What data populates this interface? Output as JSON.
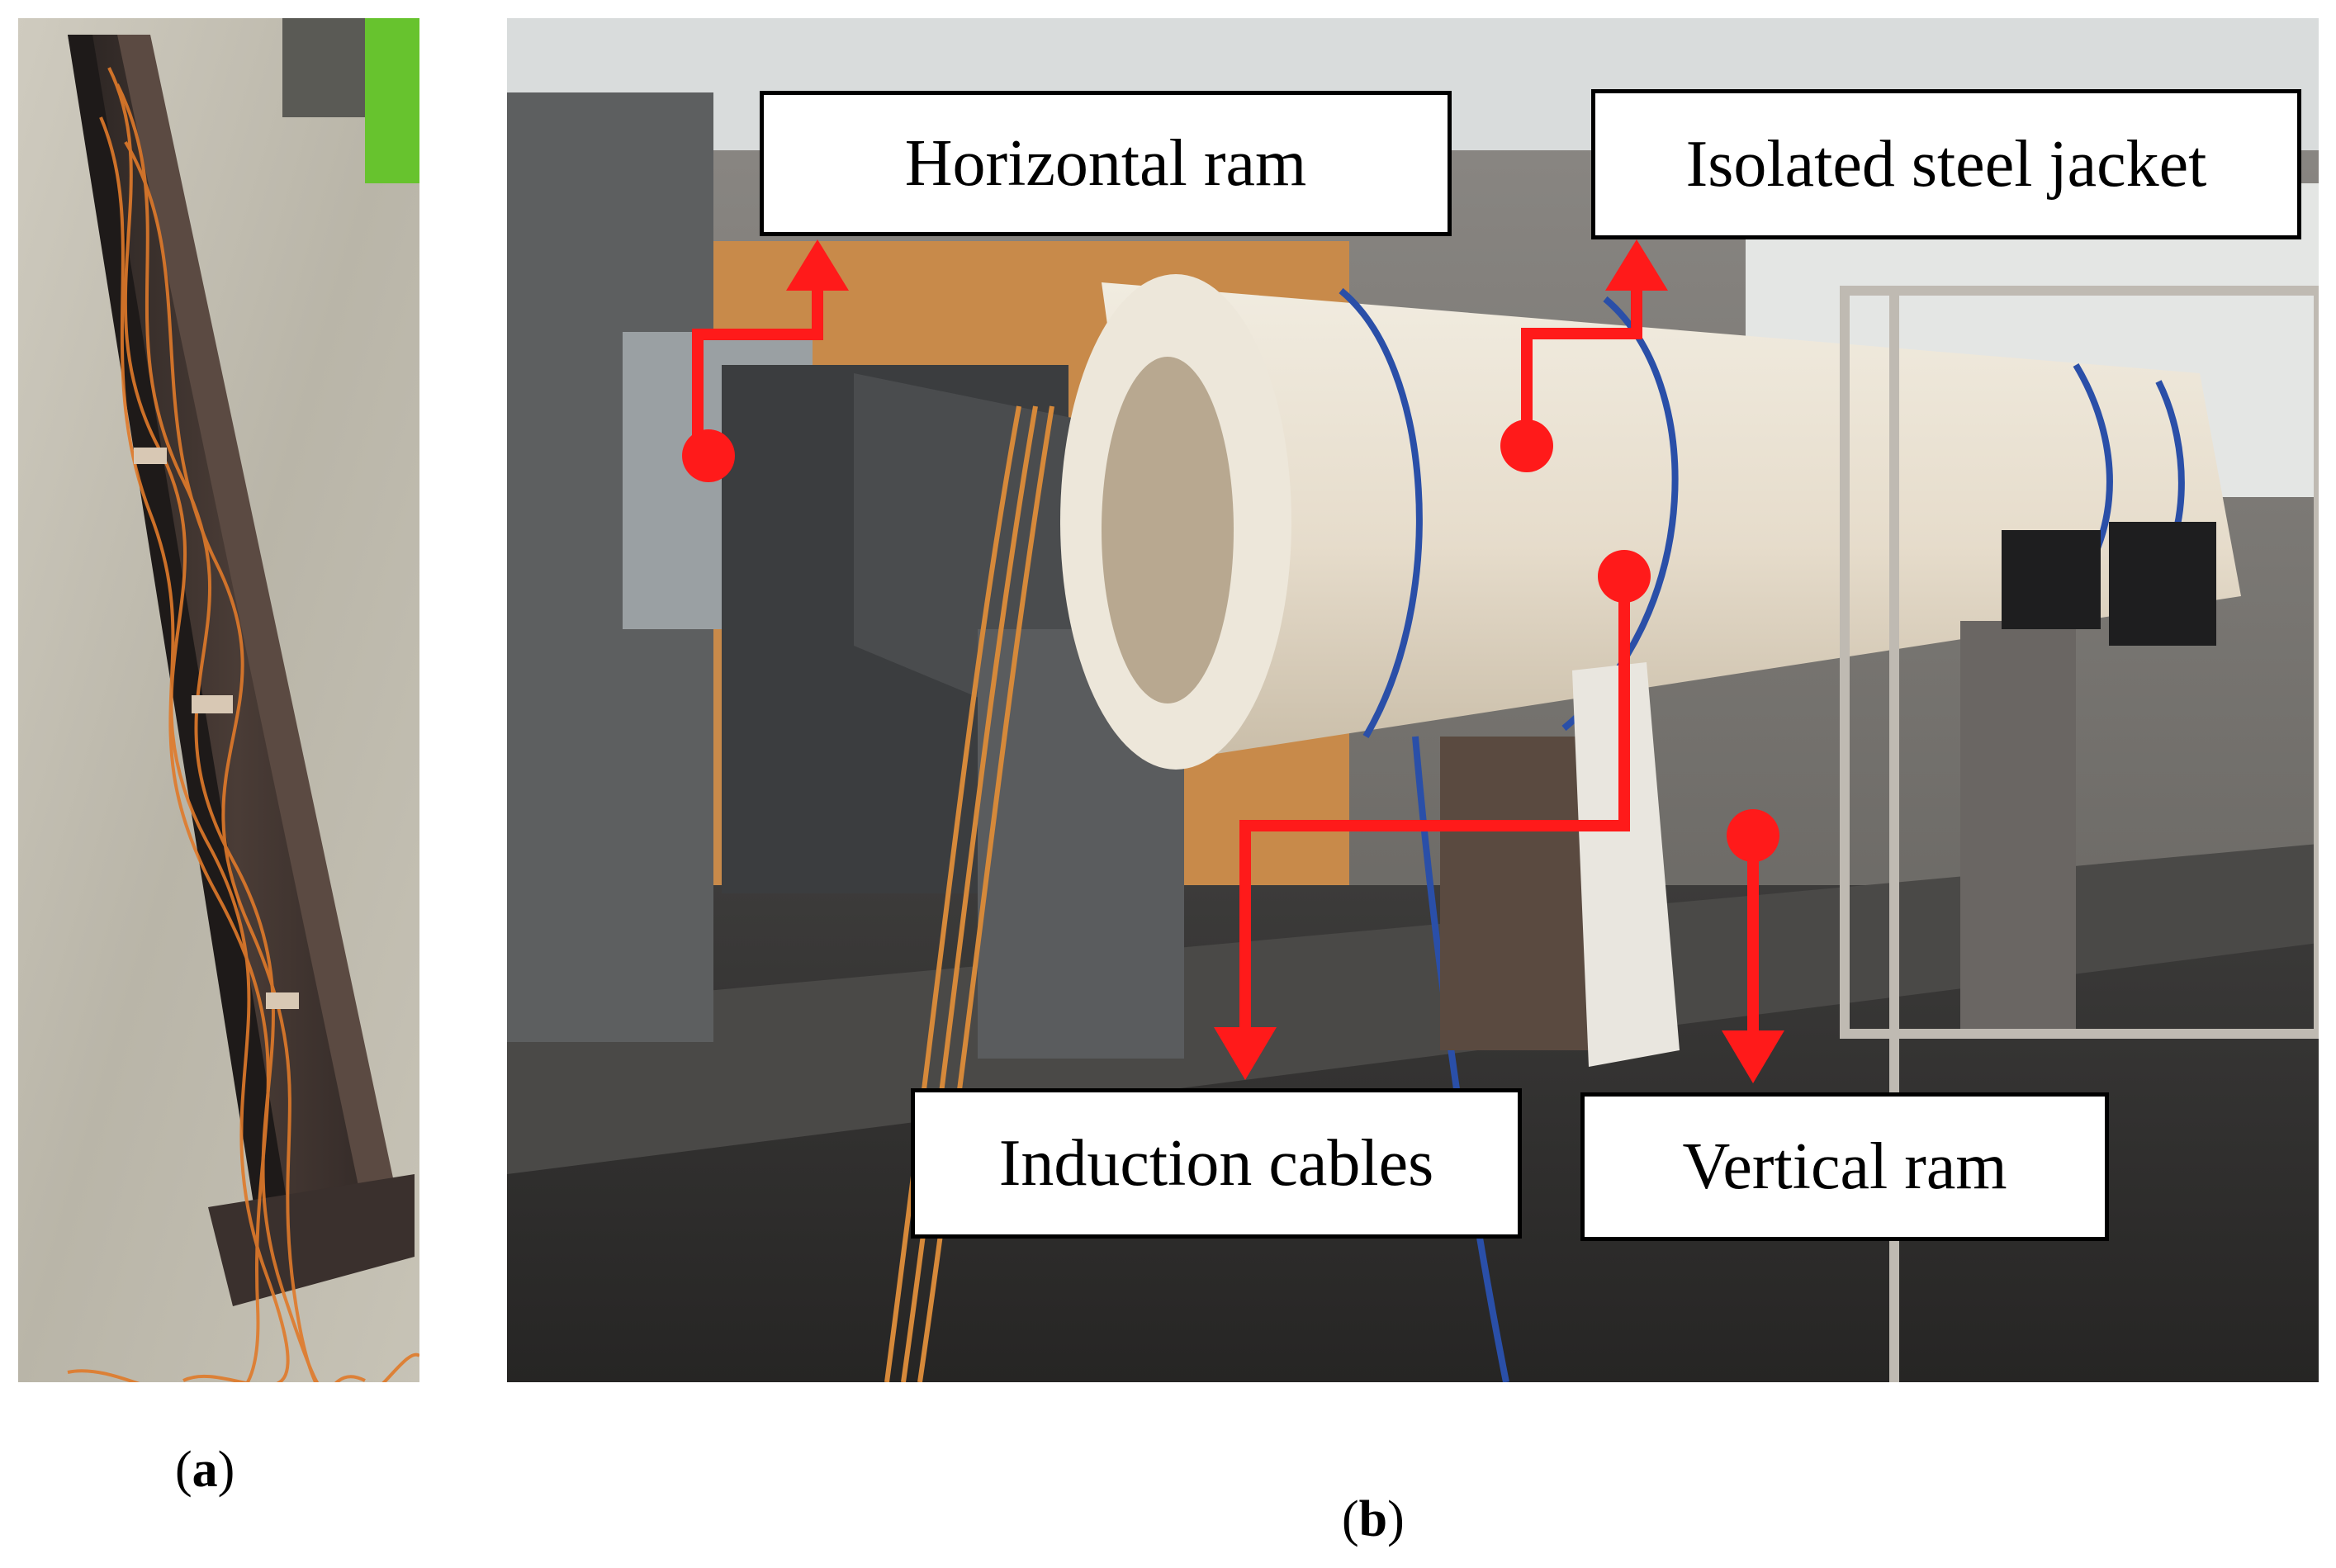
{
  "figure": {
    "panel_a": {
      "caption_open": "(",
      "caption_letter": "a",
      "caption_close": ")"
    },
    "panel_b": {
      "caption_open": "(",
      "caption_letter": "b",
      "caption_close": ")",
      "labels": {
        "horizontal_ram": "Horizontal ram",
        "isolated_steel_jacket": "Isolated steel jacket",
        "induction_cables": "Induction cables",
        "vertical_ram": "Vertical ram"
      }
    }
  },
  "colors": {
    "annotation_red": "#ff1a1a",
    "label_border": "#000000",
    "label_background": "#ffffff"
  }
}
